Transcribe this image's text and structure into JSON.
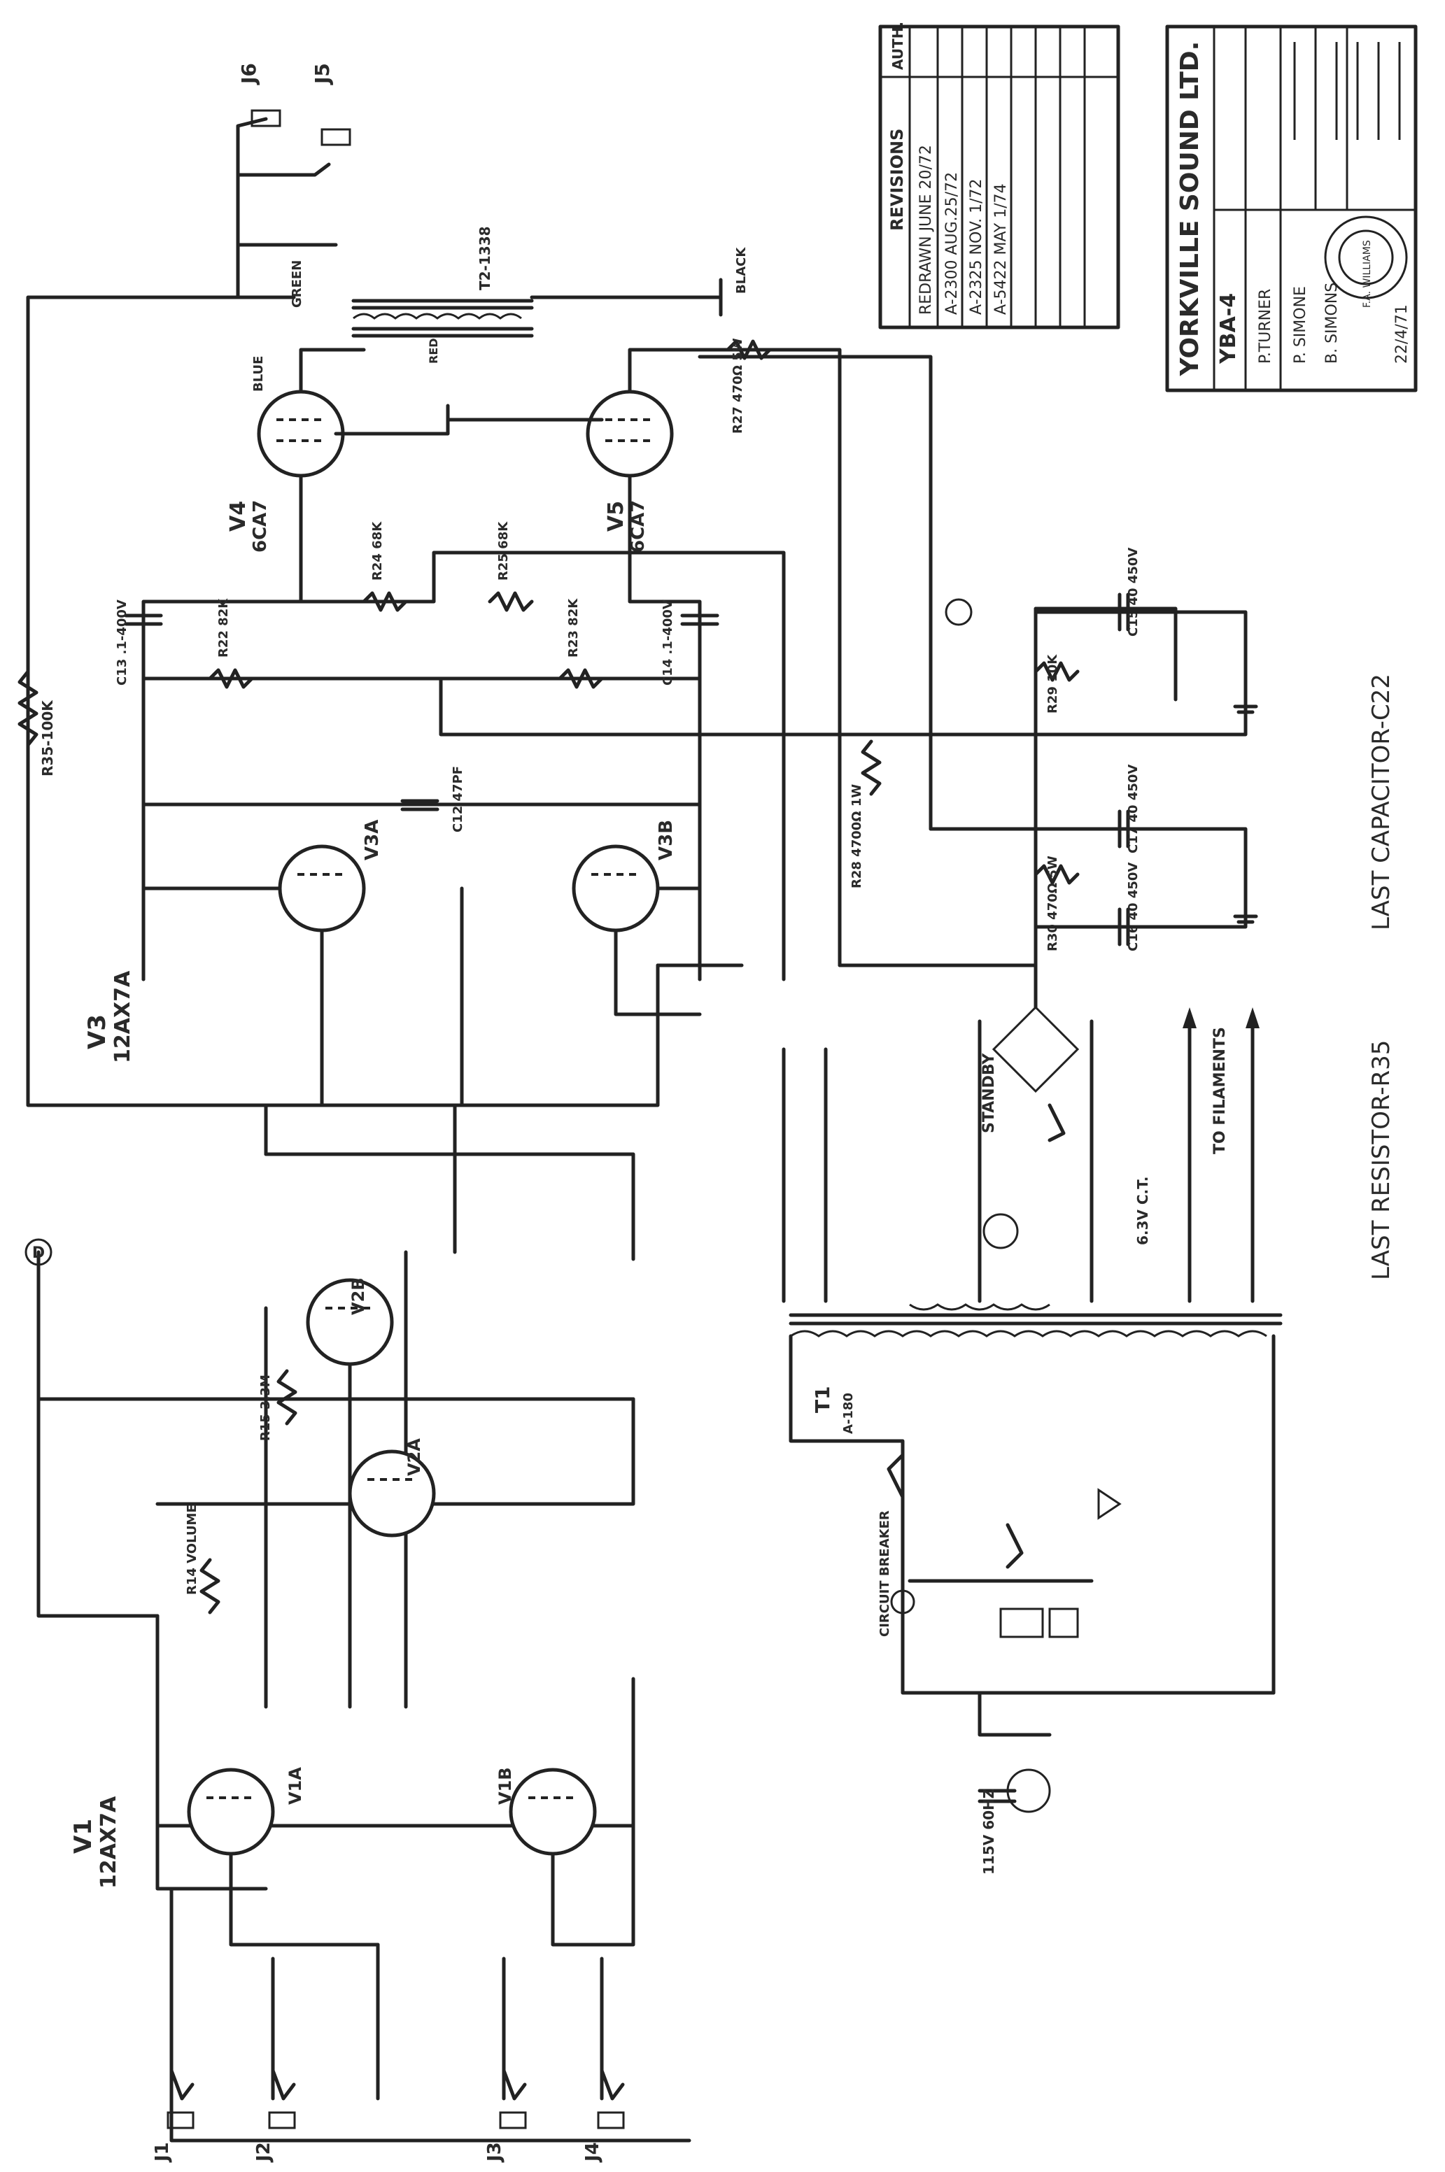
{
  "title_block": {
    "company": "YORKVILLE SOUND LTD.",
    "model": "YBA-4",
    "drawn_by": "P.TURNER",
    "traced_by": "P. SIMONE",
    "checked_by": "B. SIMONS",
    "approved": "F.A. WILLIAMS",
    "date": "22/4/71"
  },
  "revisions": {
    "heading": "REVISIONS",
    "auth_heading": "AUTH.",
    "rows": [
      "REDRAWN JUNE 20/72",
      "A-2300 AUG.25/72",
      "A-2325 NOV. 1/72",
      "A-5422 MAY 1/74"
    ]
  },
  "tubes": {
    "v1_title": "V1",
    "v1_type": "12AX7A",
    "v1a": "V1A",
    "v1b": "V1B",
    "v2a": "V2A",
    "v2b": "V2B",
    "v3_title": "V3",
    "v3_type": "12AX7A",
    "v3a": "V3A",
    "v3b": "V3B",
    "v4": "V4",
    "v4_type": "6CA7",
    "v5": "V5",
    "v5_type": "6CA7"
  },
  "jacks": [
    "J1",
    "J2",
    "J3",
    "J4",
    "J5",
    "J6"
  ],
  "transformers": {
    "output": "T2-1338",
    "power": "T1",
    "power_part": "A-180"
  },
  "labels": {
    "standby": "STANDBY",
    "to_filaments": "TO FILAMENTS",
    "circuit_breaker": "CIRCUIT BREAKER",
    "mains": "115V 60HZ",
    "filament_voltage": "6.3V C.T.",
    "last_resistor": "LAST RESISTOR-R35",
    "last_capacitor": "LAST CAPACITOR-C22",
    "node_d": "D",
    "r35": "R35-100K",
    "wire_green": "GREEN",
    "wire_blue": "BLUE",
    "wire_black": "BLACK",
    "wire_red": "RED"
  },
  "components": {
    "r28": "R28 4700Ω 1W",
    "r29": "R29 10K",
    "r30": "R30 470Ω 5W",
    "r22": "R22 82K",
    "r23": "R23 82K",
    "r24": "R24 68K",
    "r25": "R25 68K",
    "r27": "R27 470Ω 5W",
    "r14": "R14 VOLUME",
    "r15": "R15 3.3M",
    "c12": "C12 47PF",
    "c13": "C13 .1-400V",
    "c14": "C14 .1-400V",
    "c15": "C15 40 450V",
    "c16": "C16 40 450V",
    "c17": "C17 40 450V"
  }
}
